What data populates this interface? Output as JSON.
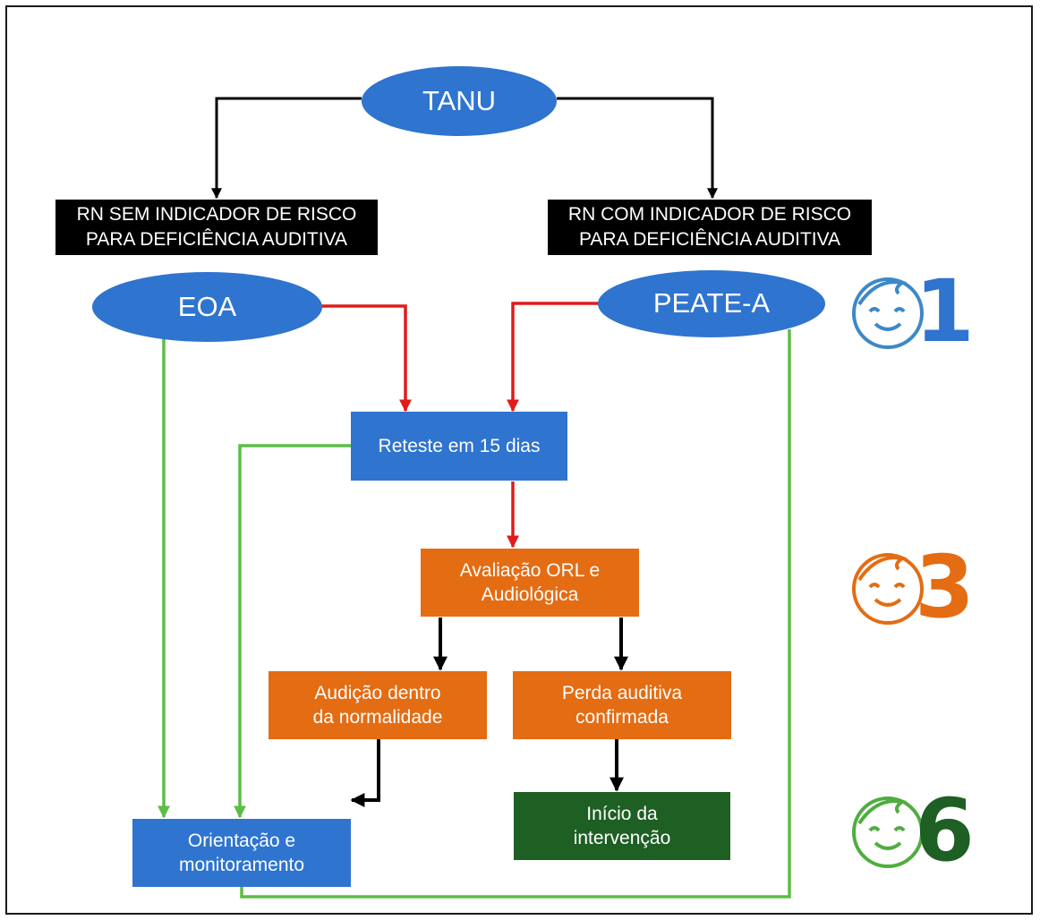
{
  "nodes": {
    "tanu": "TANU",
    "rn_sem": "RN SEM INDICADOR DE RISCO\nPARA DEFICIÊNCIA AUDITIVA",
    "rn_com": "RN COM INDICADOR DE RISCO\nPARA DEFICIÊNCIA AUDITIVA",
    "eoa": "EOA",
    "peate": "PEATE-A",
    "reteste": "Reteste em 15 dias",
    "avaliacao": "Avaliação ORL e\nAudiológica",
    "normal": "Audição dentro\nda normalidade",
    "perda": "Perda auditiva\nconfirmada",
    "orientacao": "Orientação e\nmonitoramento",
    "inicio": "Início da\nintervenção"
  },
  "badges": [
    {
      "number": "1",
      "face_color": "#3d88c9",
      "number_color": "#2f74cf",
      "icon": "smiley-face-icon"
    },
    {
      "number": "3",
      "face_color": "#e46c13",
      "number_color": "#e46c13",
      "icon": "smiley-face-icon"
    },
    {
      "number": "6",
      "face_color": "#4fad3f",
      "number_color": "#1e5f24",
      "icon": "smiley-face-icon"
    }
  ],
  "colors": {
    "blue": "#2f74cf",
    "orange": "#e46c13",
    "dark_green": "#1e5f24",
    "arrow_black": "#000000",
    "arrow_red": "#e11b1b",
    "arrow_green": "#5cbd46"
  }
}
